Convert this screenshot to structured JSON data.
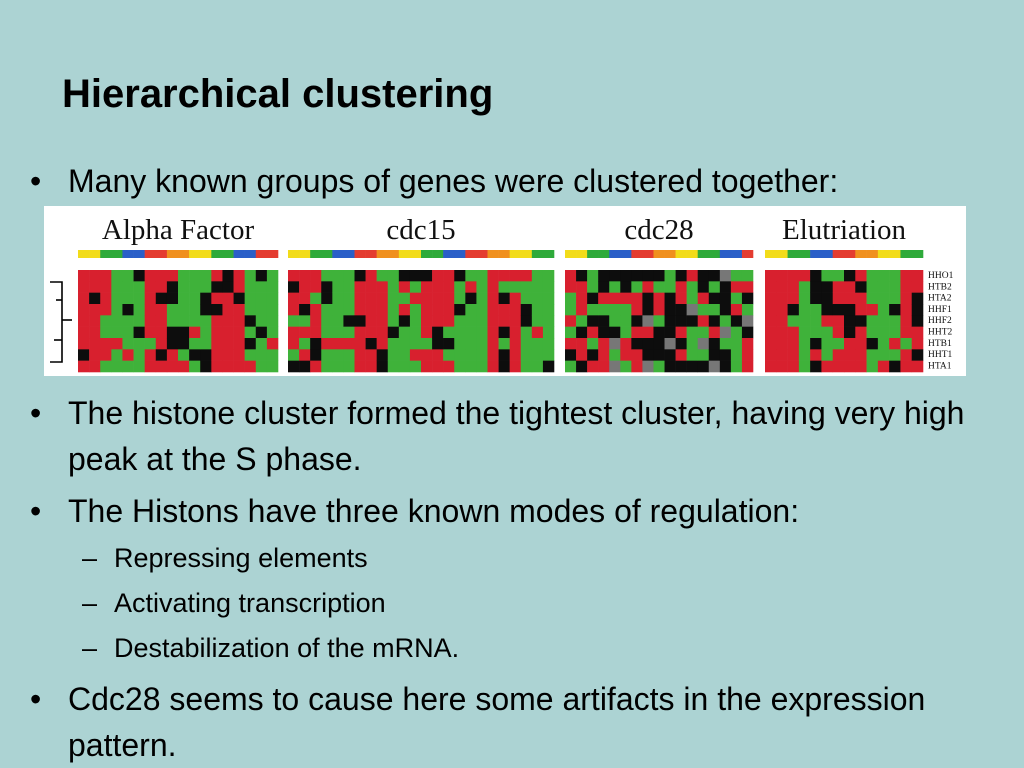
{
  "title": "Hierarchical clustering",
  "bullets": [
    "Many known groups of genes were clustered together:",
    "The histone cluster formed the tightest cluster, having very high peak at the S phase.",
    "The Histons have three known modes of regulation:",
    "Cdc28 seems to cause here some artifacts in the expression pattern."
  ],
  "sub_bullets": [
    "Repressing elements",
    "Activating transcription",
    "Destabilization of the mRNA."
  ],
  "bullet_marker": "•",
  "sub_marker": "–",
  "figure": {
    "panels": [
      {
        "label": "Alpha Factor",
        "columns": 18
      },
      {
        "label": "cdc15",
        "columns": 24
      },
      {
        "label": "cdc28",
        "columns": 17
      },
      {
        "label": "Elutriation",
        "columns": 14
      }
    ],
    "genes": [
      "HHO1",
      "HTB2",
      "HTA2",
      "HHF1",
      "HHF2",
      "HHT2",
      "HTB1",
      "HHT1",
      "HTA1"
    ],
    "phase_colors": [
      "#f2dc1a",
      "#2eaa3a",
      "#2a5fc8",
      "#e43c30",
      "#f0901e"
    ],
    "heat_colors": {
      "high": "#d8202e",
      "low": "#3fb23a",
      "neutral": "#0d0d0d",
      "missing": "#777777"
    }
  }
}
